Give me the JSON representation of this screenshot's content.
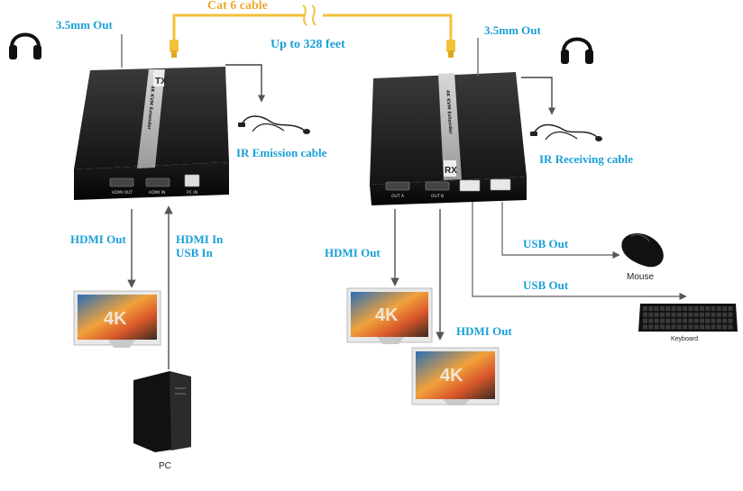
{
  "cable": {
    "name": "Cat 6 cable",
    "distance": "Up to 328 feet"
  },
  "transmitter": {
    "audio_label": "3.5mm Out",
    "ir_label": "IR Emission cable",
    "hdmi_out_label": "HDMI Out",
    "hdmi_in_label": "HDMI In",
    "usb_in_label": "USB In",
    "port_hdmi_out": "HDMI OUT",
    "port_hdmi_in": "HDMI IN",
    "port_pc_in": "PC IN",
    "badge": "TX",
    "stripe_text": "4K KVM Extender"
  },
  "receiver": {
    "audio_label": "3.5mm Out",
    "ir_label": "IR Receiving cable",
    "hdmi_out_label_1": "HDMI Out",
    "hdmi_out_label_2": "HDMI Out",
    "usb_out_label_1": "USB Out",
    "usb_out_label_2": "USB Out",
    "port_out_a": "OUT A",
    "port_out_b": "OUT B",
    "badge": "RX",
    "stripe_text": "4K KVM Extender"
  },
  "devices": {
    "pc_label": "PC",
    "mouse_label": "Mouse",
    "keyboard_label": "Keyboard",
    "monitor_text": "4K"
  },
  "colors": {
    "label_blue": "#1aa0d8",
    "cable_orange": "#f3c13a",
    "device_body": "#1c1c1c"
  }
}
